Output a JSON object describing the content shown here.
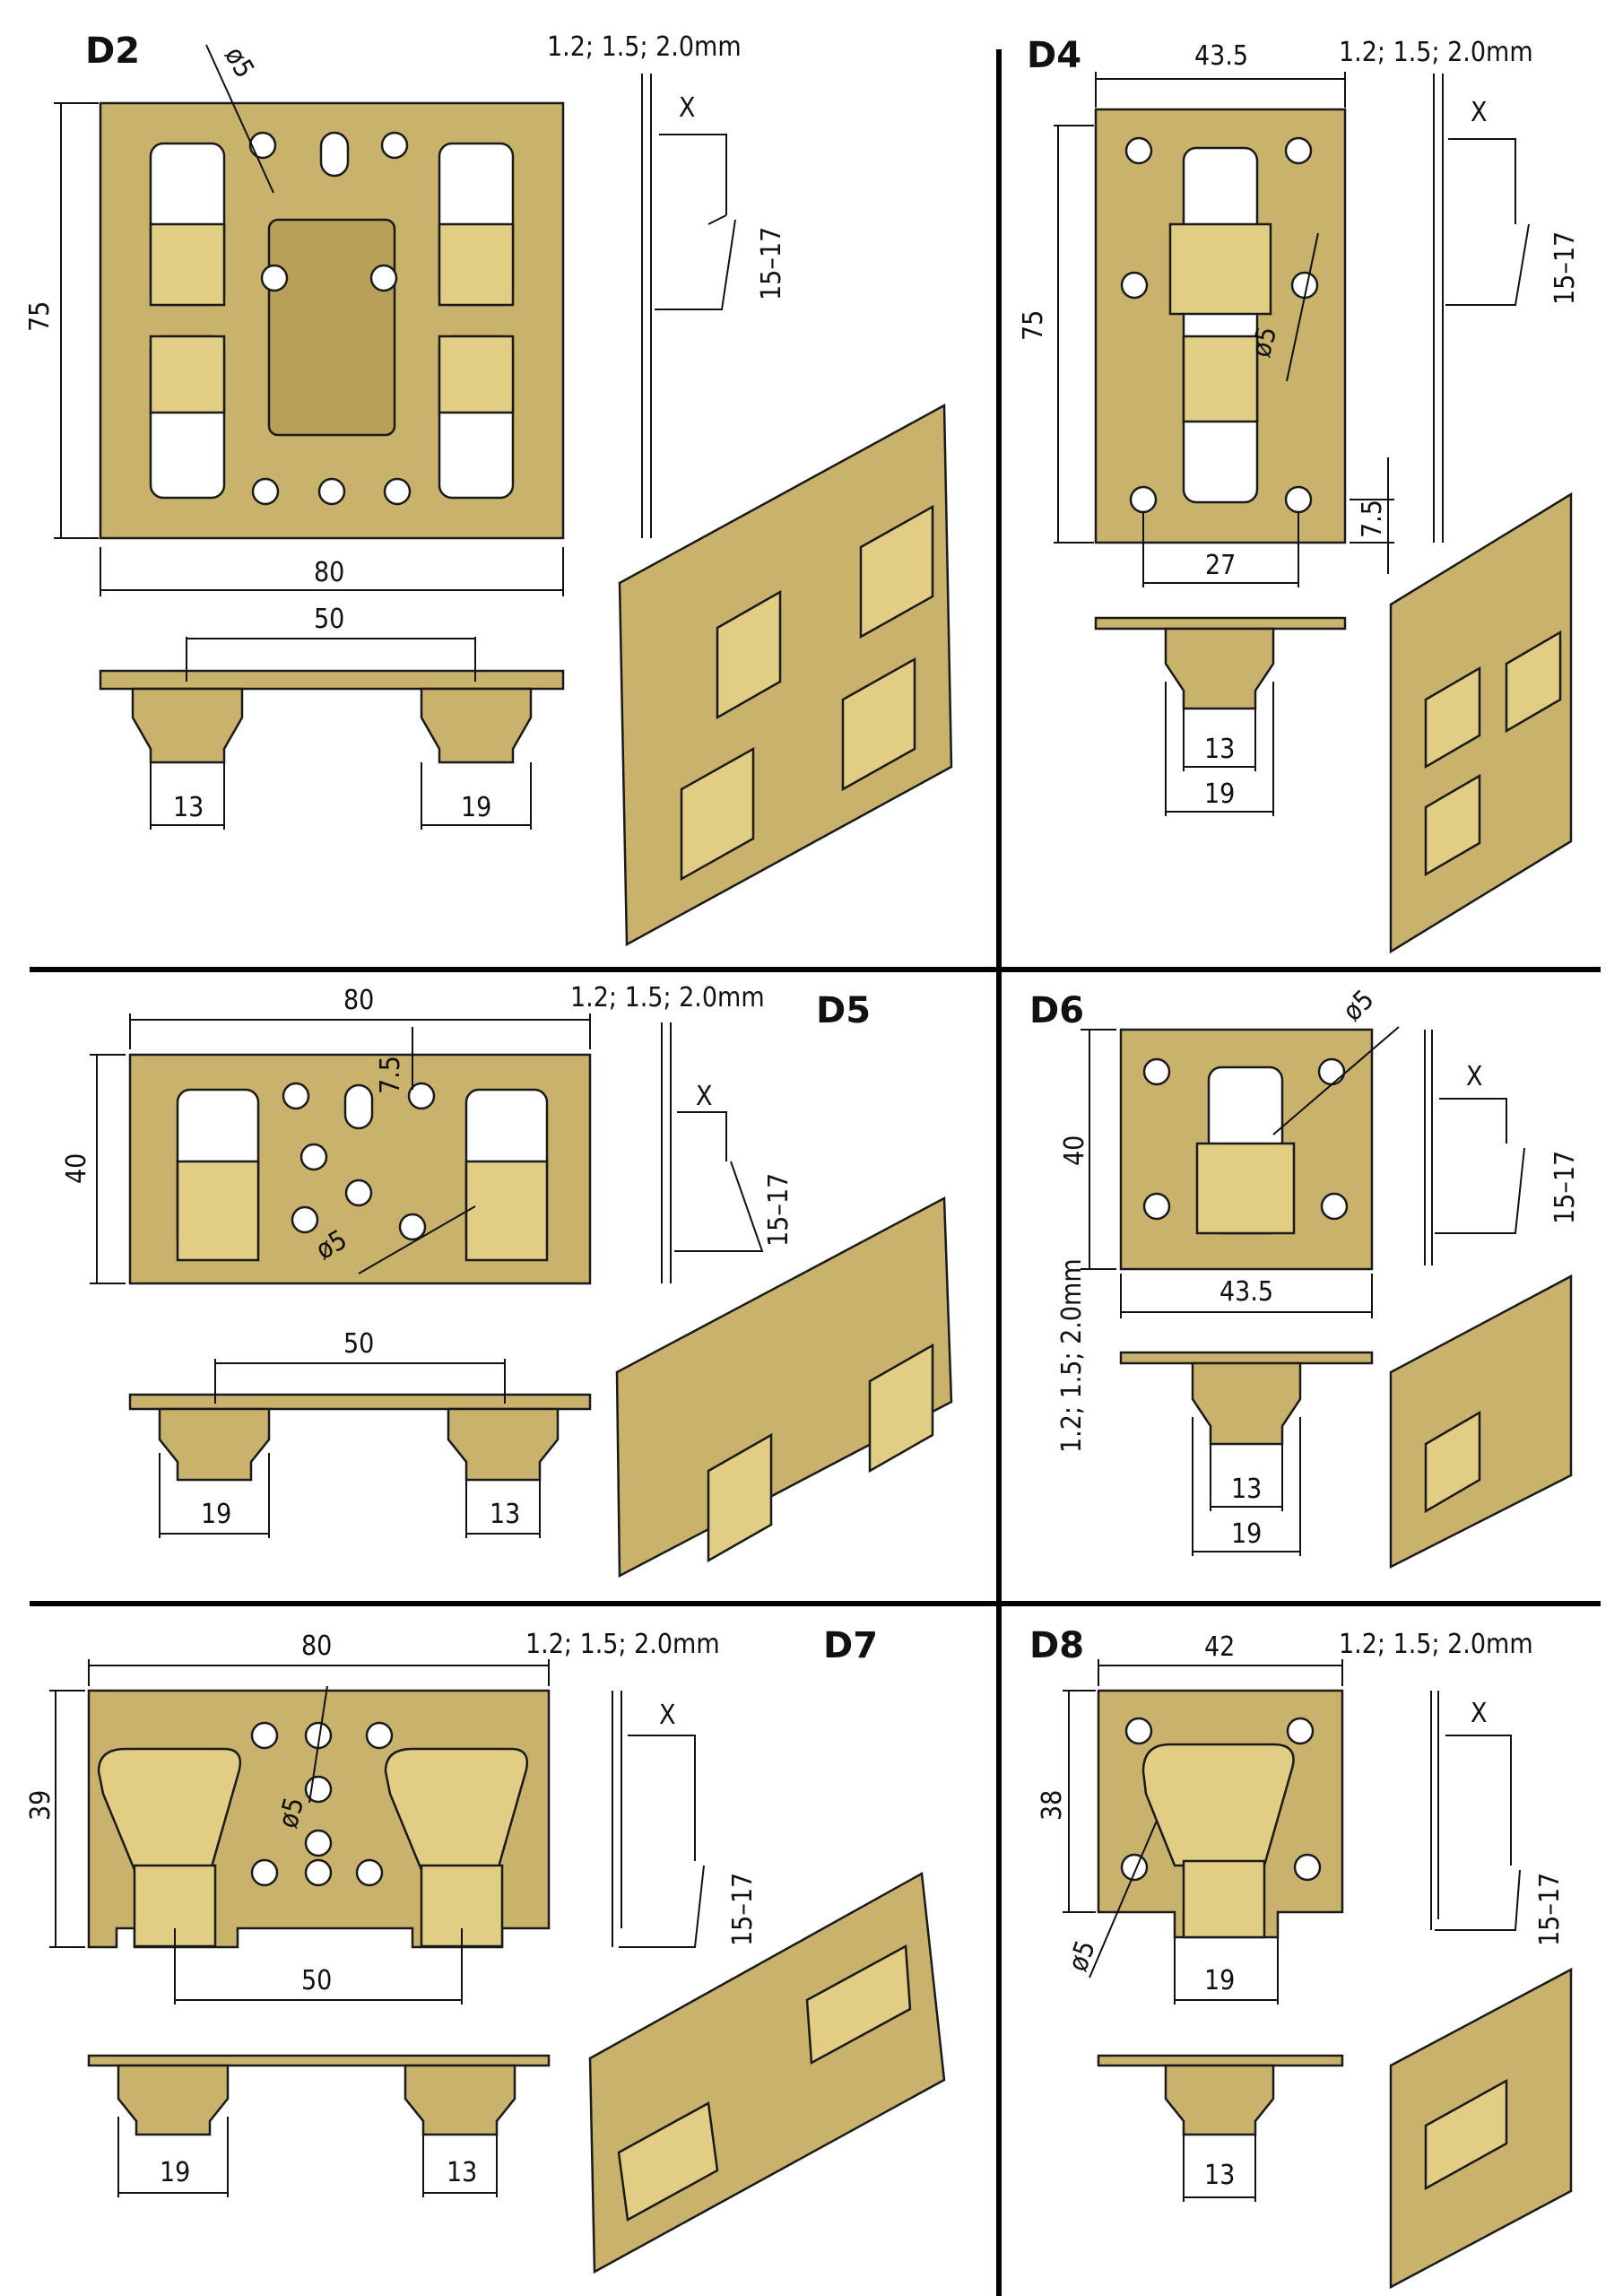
{
  "panels": {
    "d2": {
      "title": "D2",
      "thickness": "1.2; 1.5; 2.0mm",
      "hole": "ø5",
      "height": "75",
      "width": "80",
      "spacing": "50",
      "foot_a": "13",
      "foot_b": "19",
      "x": "X",
      "bend": "15–17"
    },
    "d4": {
      "title": "D4",
      "thickness": "1.2; 1.5; 2.0mm",
      "hole": "ø5",
      "height": "75",
      "width": "43.5",
      "hole_spacing": "27",
      "edge": "7.5",
      "foot_a": "13",
      "foot_b": "19",
      "x": "X",
      "bend": "15–17"
    },
    "d5": {
      "title": "D5",
      "thickness": "1.2; 1.5; 2.0mm",
      "hole": "ø5",
      "height": "40",
      "width": "80",
      "edge": "7.5",
      "spacing": "50",
      "foot_a": "19",
      "foot_b": "13",
      "x": "X",
      "bend": "15–17"
    },
    "d6": {
      "title": "D6",
      "thickness": "1.2; 1.5; 2.0mm",
      "hole": "ø5",
      "height": "40",
      "width": "43.5",
      "foot_a": "13",
      "foot_b": "19",
      "x": "X",
      "bend": "15–17"
    },
    "d7": {
      "title": "D7",
      "thickness": "1.2; 1.5; 2.0mm",
      "hole": "ø5",
      "height": "39",
      "width": "80",
      "spacing": "50",
      "foot_a": "19",
      "foot_b": "13",
      "x": "X",
      "bend": "15–17"
    },
    "d8": {
      "title": "D8",
      "thickness": "1.2; 1.5; 2.0mm",
      "hole": "ø5",
      "height": "38",
      "width": "42",
      "foot_a": "19",
      "foot_b": "13",
      "x": "X",
      "bend": "15–17"
    }
  },
  "colors": {
    "plate": "#c8b26c",
    "clip": "#e2cd84",
    "line": "#1a1a1a"
  }
}
